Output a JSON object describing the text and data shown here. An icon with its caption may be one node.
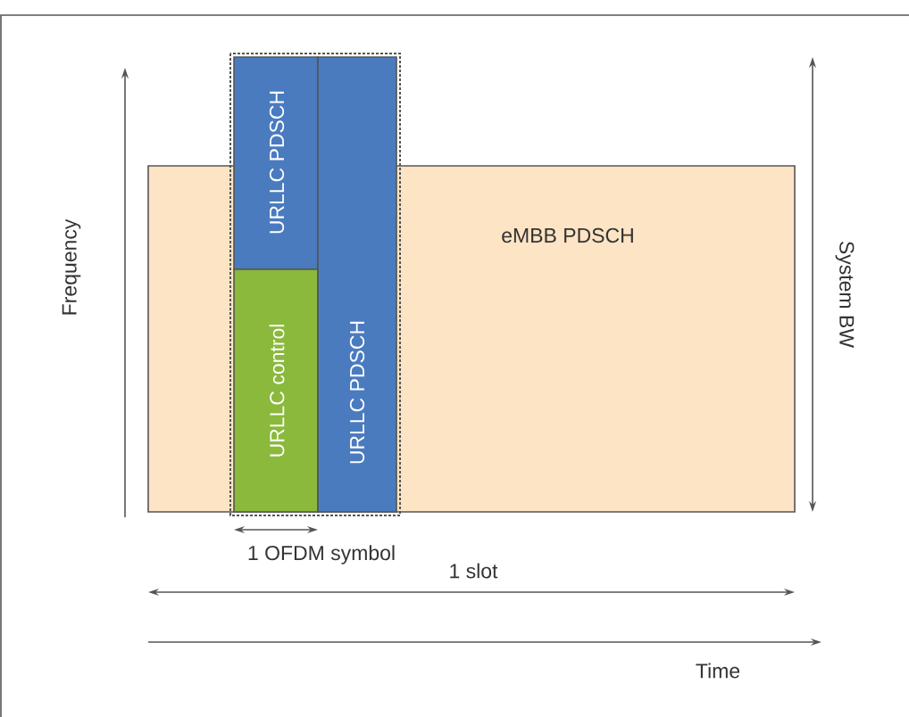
{
  "diagram": {
    "nodes": [
      {
        "text": [
          "eMBB PDSCH"
        ]
      },
      {
        "text": [
          "URLLC PDSCH"
        ]
      },
      {
        "text": [
          "URLLC control"
        ],
        "in": 0
      },
      {
        "text": [
          "URLLC PDSCH"
        ]
      }
    ],
    "labels": [
      "Frequency",
      "System BW",
      "1 OFDM symbol",
      "1 slot",
      "Time"
    ]
  }
}
